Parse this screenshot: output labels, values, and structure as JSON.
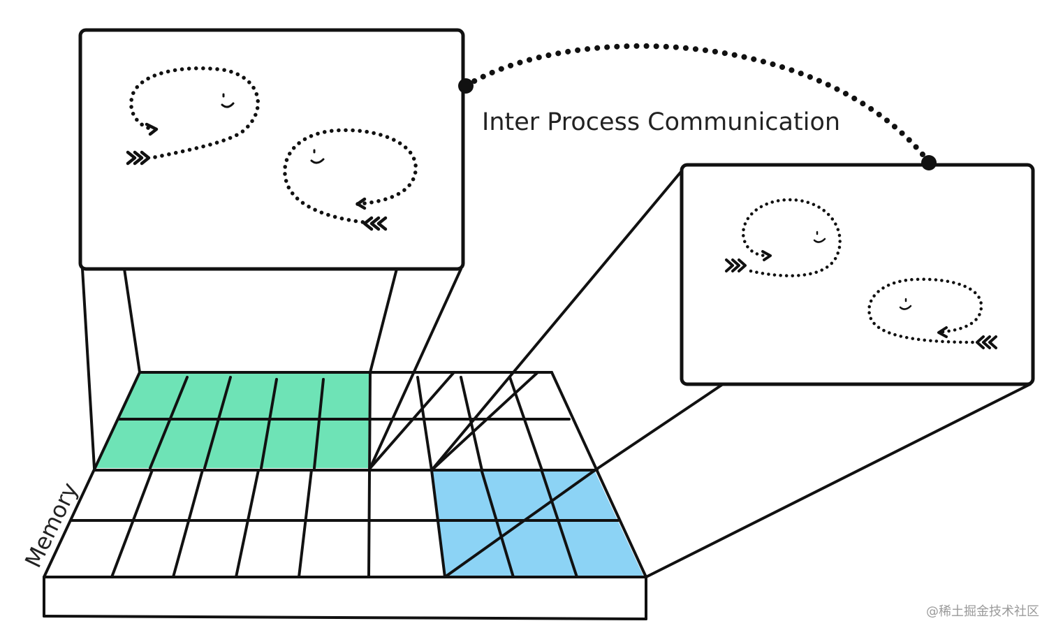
{
  "labels": {
    "ipc": "Inter Process Communication",
    "memory": "Memory",
    "watermark": "@稀土掘金技术社区"
  },
  "colors": {
    "process_a_memory": "#6ee3b6",
    "process_b_memory": "#8cd3f5",
    "ink": "#111111",
    "background": "#ffffff"
  },
  "elements": {
    "process_a": {
      "faces": 2,
      "face_icon": "smiley-icon",
      "arrow_icon": "chevron-arrow-icon"
    },
    "process_b": {
      "faces": 2,
      "face_icon": "smiley-icon",
      "arrow_icon": "chevron-arrow-icon"
    },
    "memory_grid": {
      "highlighted_regions": [
        "process-a-memory-region",
        "process-b-memory-region"
      ]
    },
    "connector": {
      "style": "dotted-arc",
      "endpoints": [
        "process-a-box",
        "process-b-box"
      ]
    }
  }
}
